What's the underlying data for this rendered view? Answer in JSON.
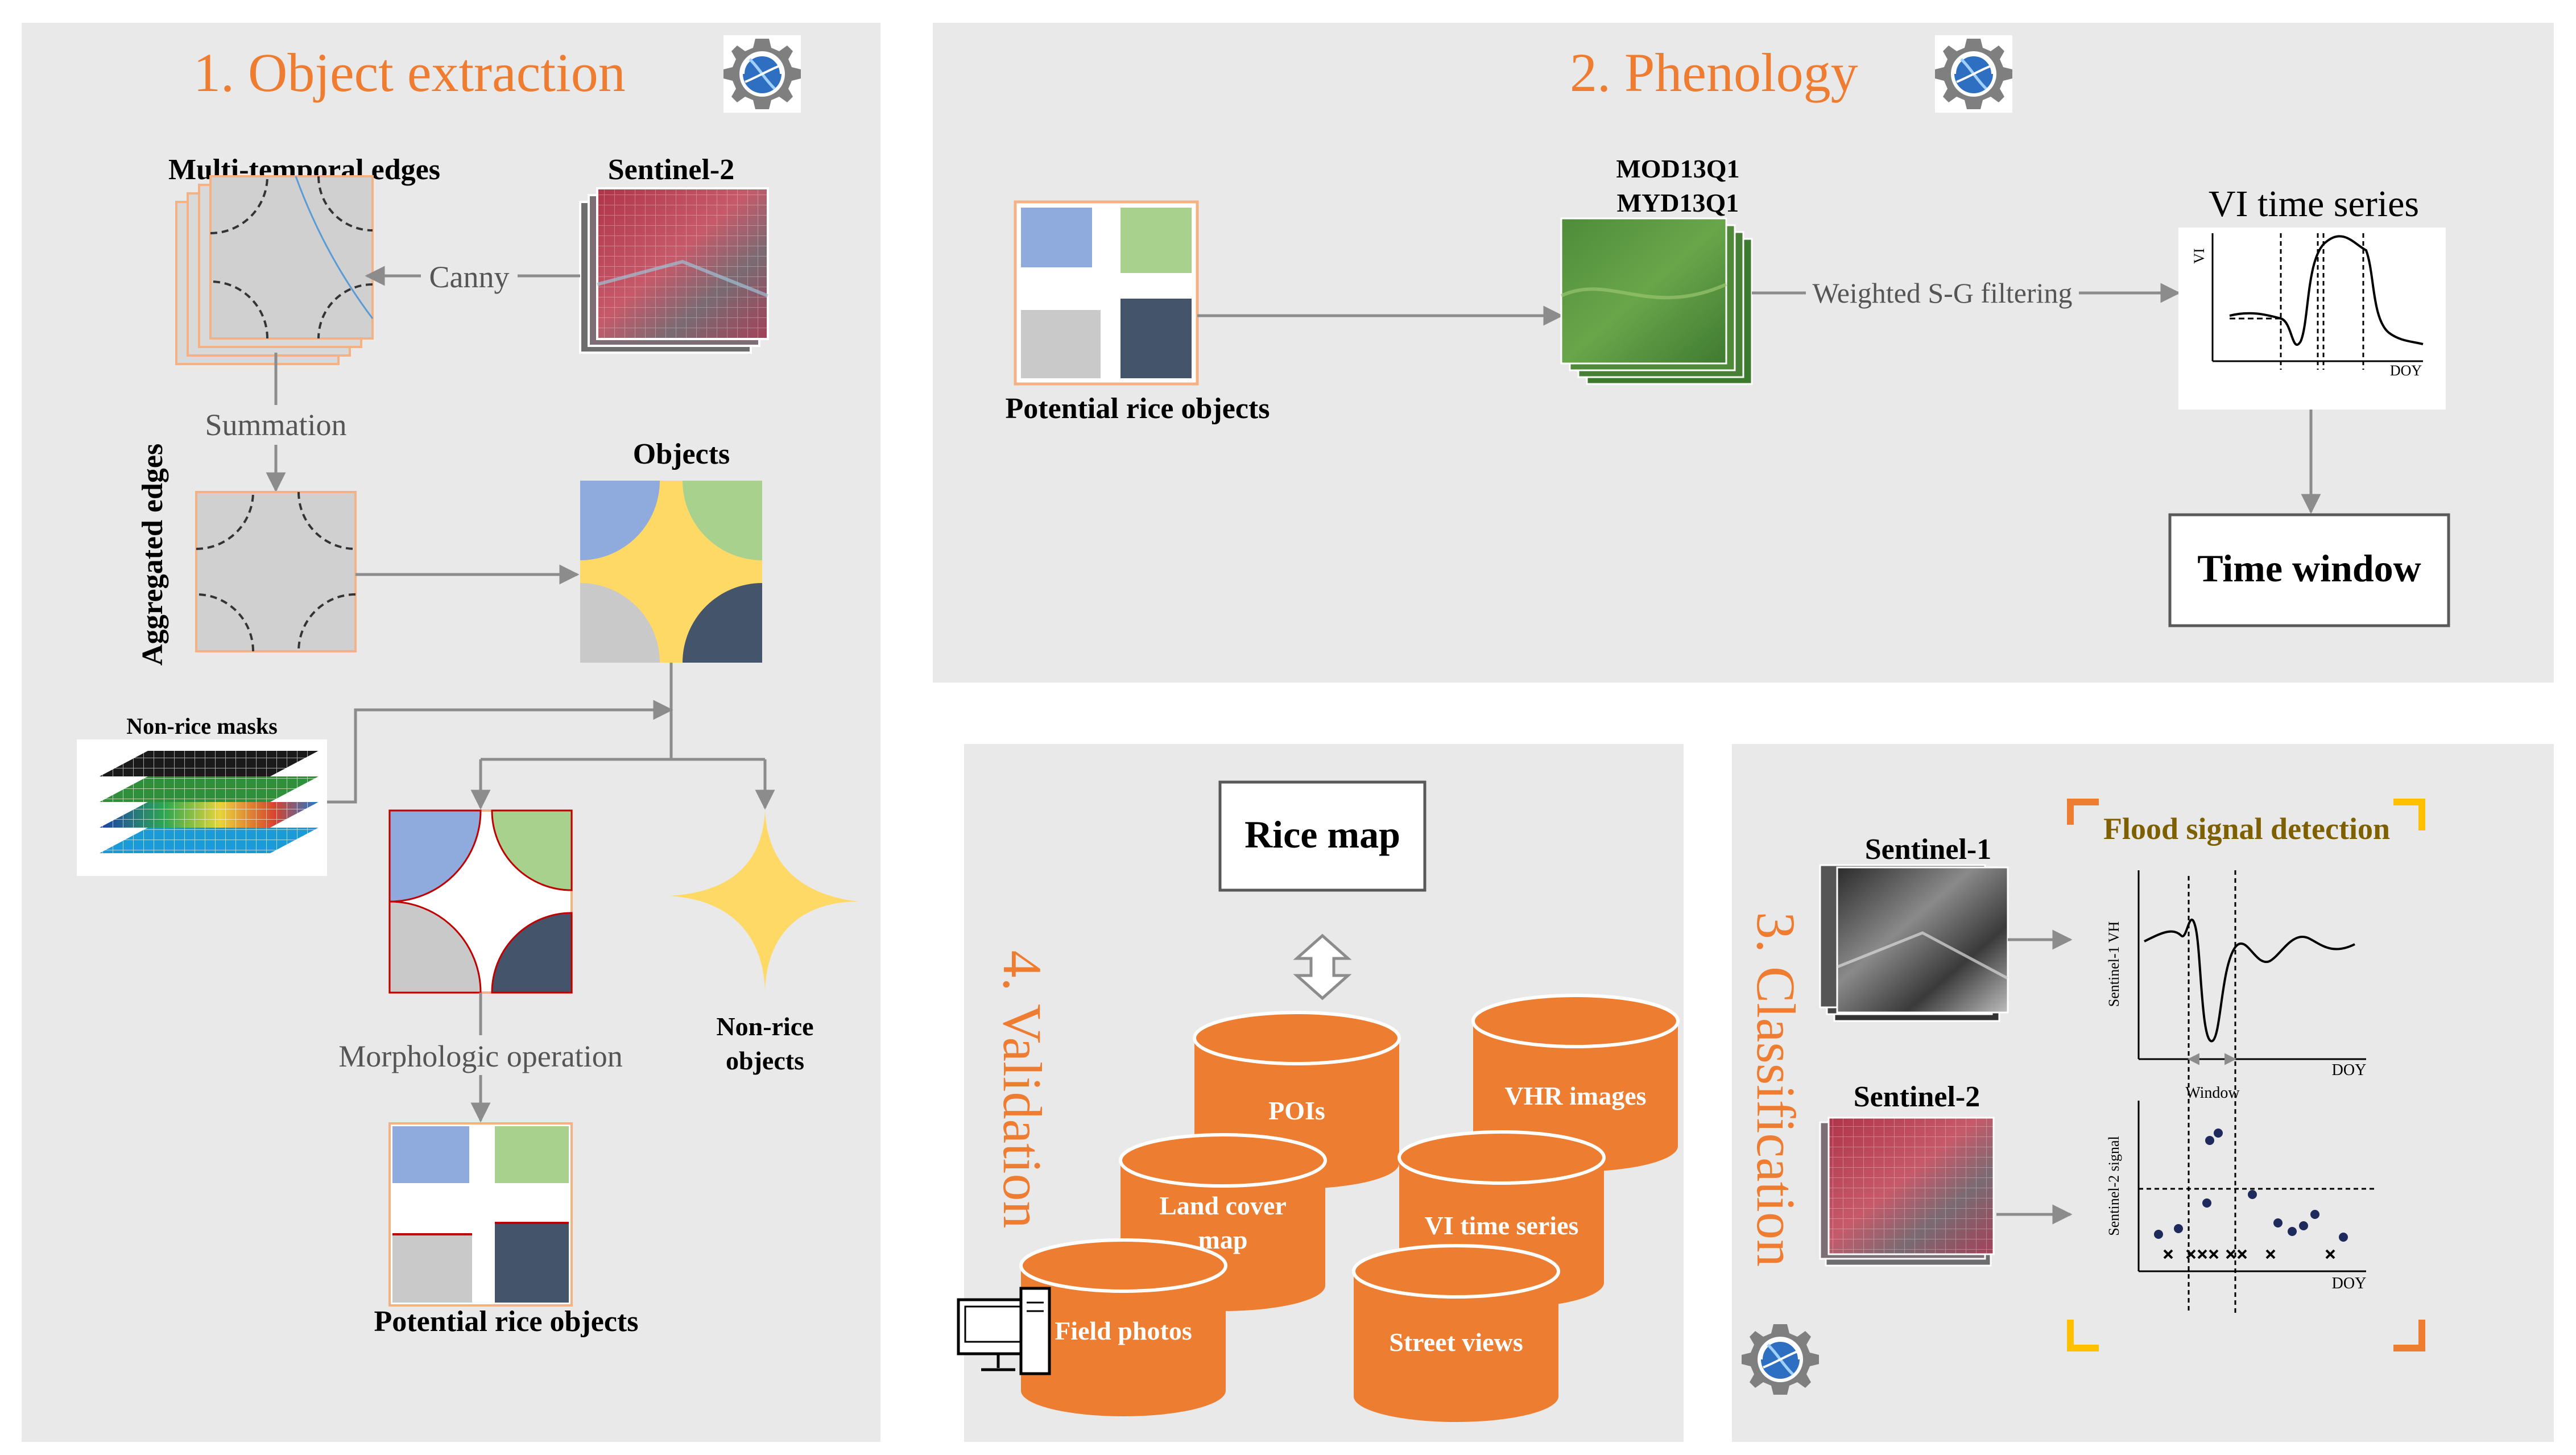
{
  "sections": {
    "s1": {
      "title": "1. Object extraction"
    },
    "s2": {
      "title": "2. Phenology"
    },
    "s3": {
      "title": "3. Classification"
    },
    "s4": {
      "title": "4. Validation"
    }
  },
  "s1": {
    "multi_temporal_edges": "Multi-temporal edges",
    "sentinel2": "Sentinel-2",
    "canny": "Canny",
    "summation": "Summation",
    "aggregated_edges": "Aggregated edges",
    "objects": "Objects",
    "non_rice_masks": "Non-rice masks",
    "morphologic_operation": "Morphologic operation",
    "non_rice_objects_line1": "Non-rice",
    "non_rice_objects_line2": "objects",
    "potential_rice_objects": "Potential rice objects"
  },
  "s2": {
    "potential_rice_objects": "Potential rice objects",
    "mod13q1": "MOD13Q1",
    "myd13q1": "MYD13Q1",
    "weighted_sg": "Weighted S-G filtering",
    "vi_time_series": "VI time series",
    "vi_axis": "VI",
    "doy_axis": "DOY",
    "time_window": "Time window"
  },
  "s3": {
    "sentinel1": "Sentinel-1",
    "sentinel2": "Sentinel-2",
    "flood_signal_detection": "Flood signal detection",
    "s1_axis": "Sentinel-1 VH",
    "s2_axis": "Sentinel-2 signal",
    "window": "Window",
    "doy1": "DOY",
    "doy2": "DOY"
  },
  "s4": {
    "rice_map": "Rice map",
    "pois": "POIs",
    "vhr_images": "VHR images",
    "land_cover_line1": "Land cover",
    "land_cover_line2": "map",
    "vi_time_series": "VI time series",
    "field_photos": "Field photos",
    "street_views": "Street views"
  },
  "colors": {
    "orange": "#ee7d31",
    "panel": "#e9e9e9",
    "blue_object": "#8faadc",
    "green_object": "#a9d18e",
    "gray_object": "#c9c9c9",
    "navy_object": "#44546a",
    "yellow_object": "#ffd966"
  },
  "icons": [
    "gee-gear-icon",
    "computer-icon",
    "double-arrow-icon"
  ]
}
